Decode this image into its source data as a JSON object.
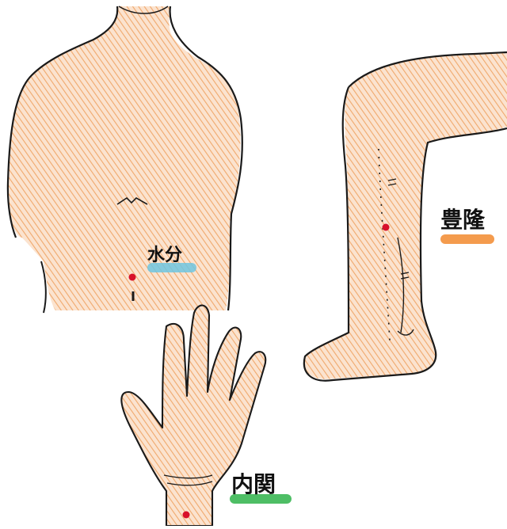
{
  "points": [
    {
      "label": "水分",
      "highlight": "#6ec6e0",
      "figure": "torso"
    },
    {
      "label": "豊隆",
      "highlight": "#f28a2e",
      "figure": "leg"
    },
    {
      "label": "内関",
      "highlight": "#2fb34a",
      "figure": "hand"
    }
  ],
  "colors": {
    "skin": "#f2b07a",
    "line": "#1a1a1a",
    "point": "#d8102a"
  }
}
